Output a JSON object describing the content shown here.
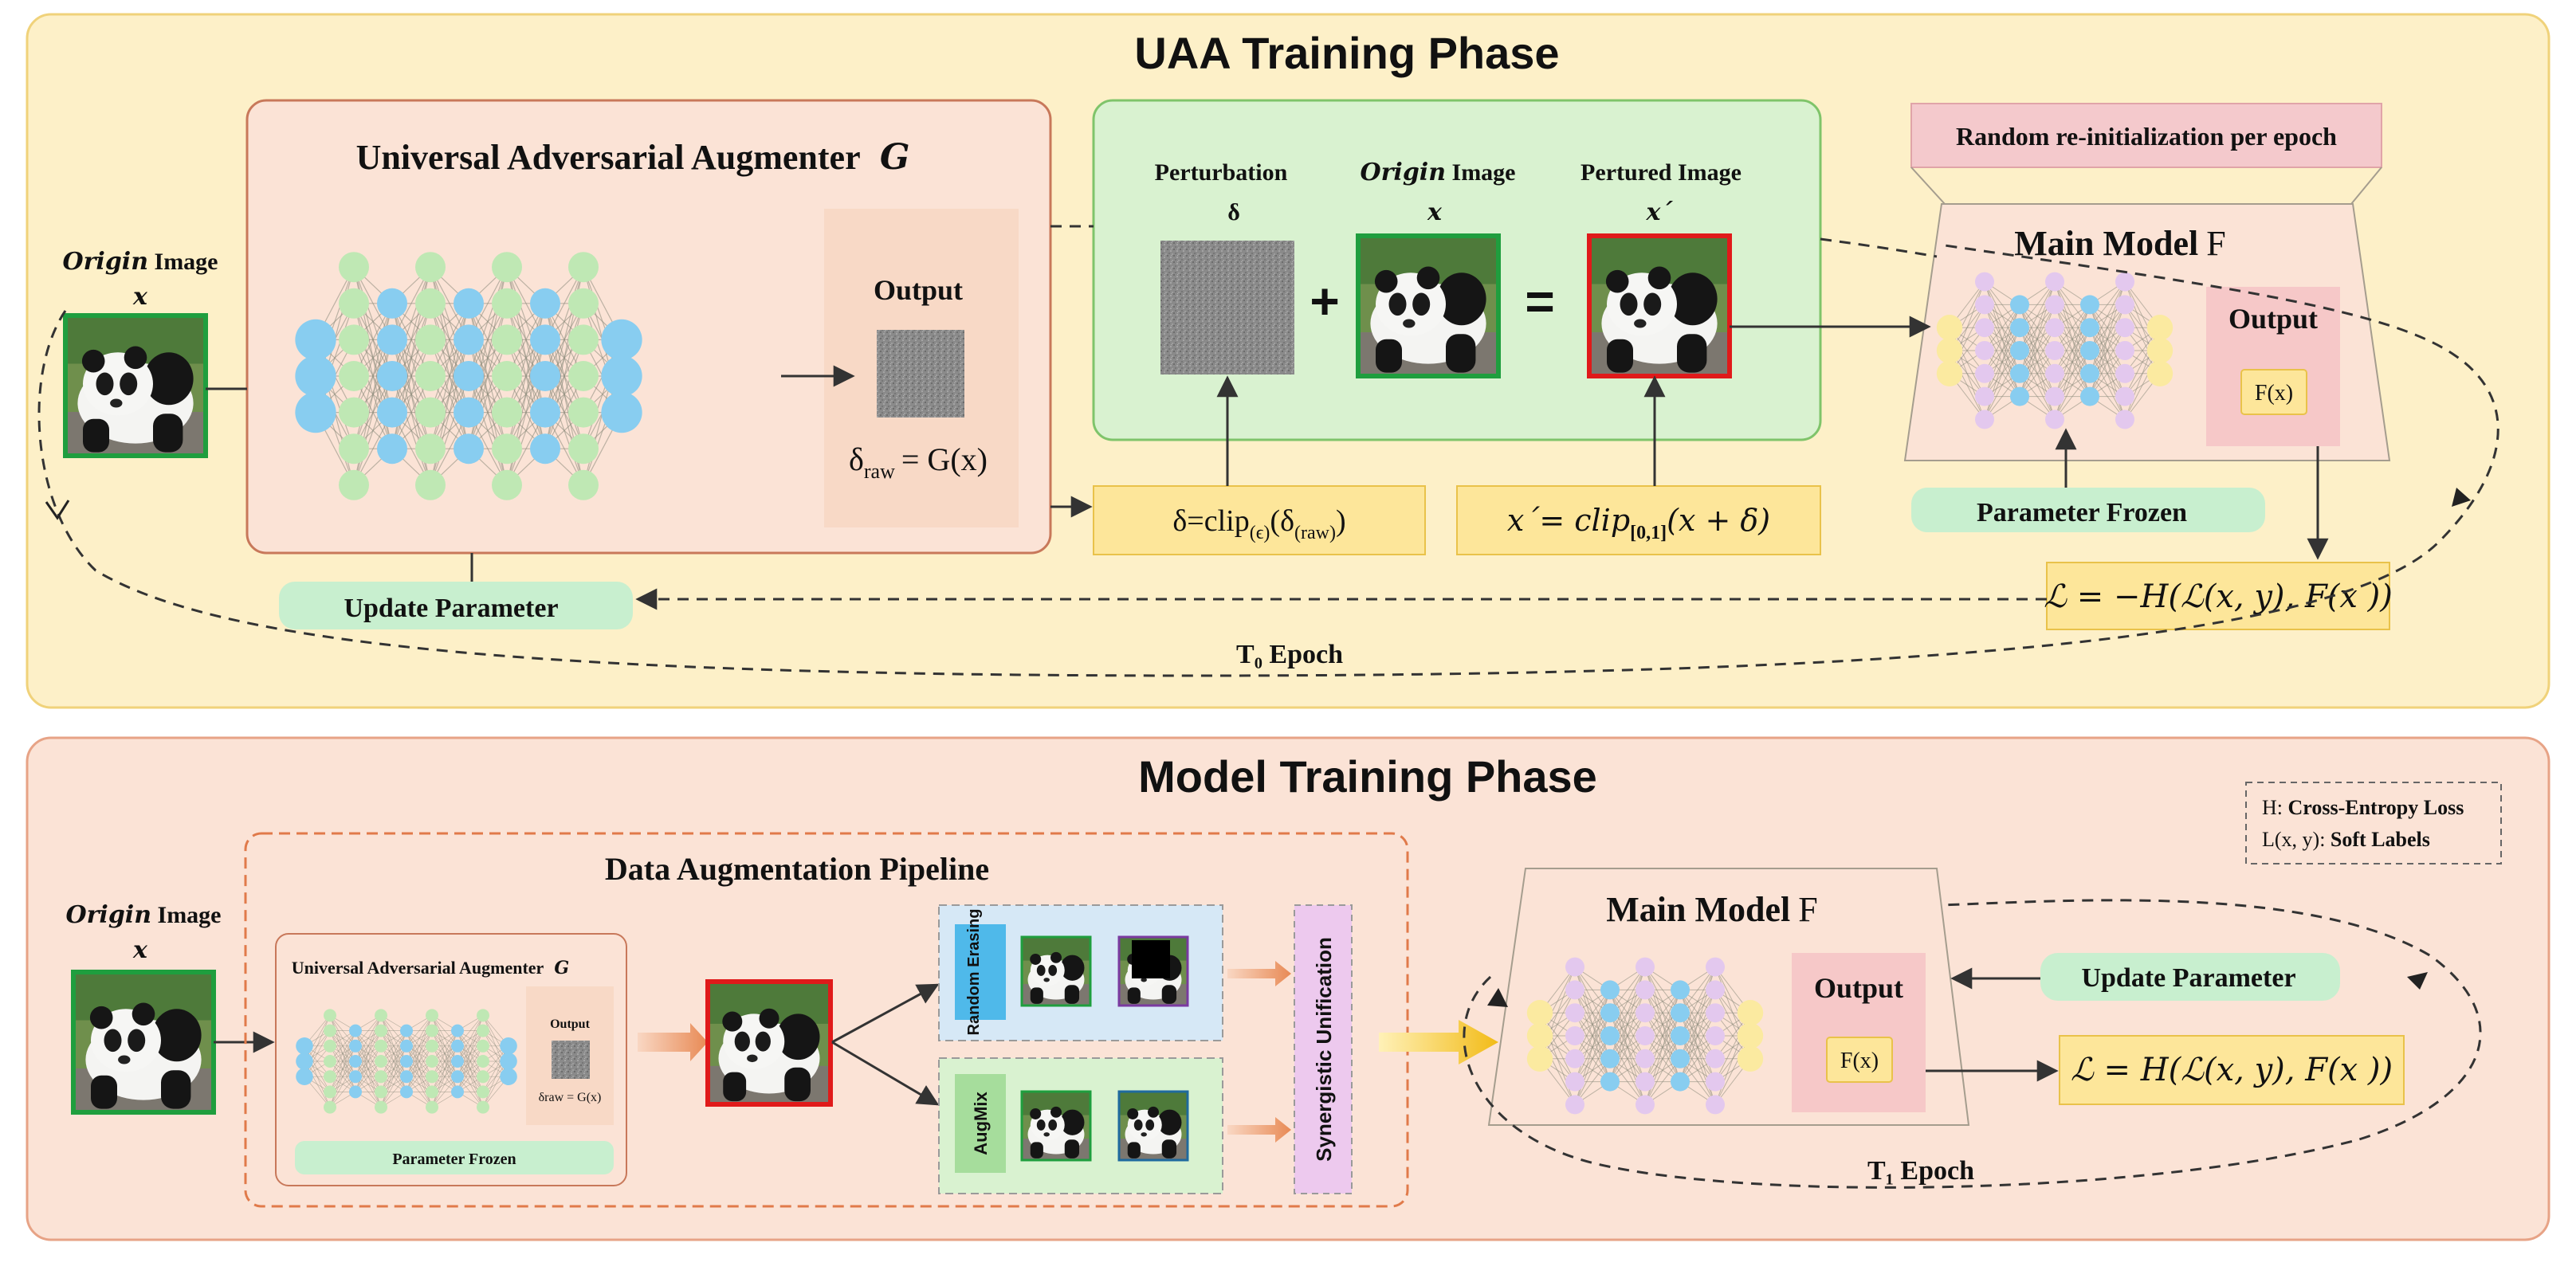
{
  "phase1": {
    "title": "UAA  Training  Phase",
    "origin_label": "Origin",
    "origin_word": "Image",
    "origin_var": "x",
    "uaa_title": "Universal Adversarial Augmenter",
    "uaa_symbol": "G",
    "output_label": "Output",
    "delta_raw_formula": "δ",
    "delta_raw_sub": "raw",
    "delta_raw_rhs": "= G(x)",
    "perturbation_label": "Perturbation",
    "perturbation_symbol": "δ",
    "mid_origin_label": "Origin",
    "mid_origin_word": "Image",
    "mid_origin_var": "x",
    "pertured_label": "Pertured Image",
    "pertured_var": "x´",
    "plus_sign": "+",
    "equals_sign": "=",
    "clip_delta_formula": "δ=clip",
    "clip_delta_sub": "(ϵ)",
    "clip_delta_arg": "(δ",
    "clip_delta_arg_sub": "(raw)",
    "clip_delta_close": ")",
    "clip_x_lhs": "x´= clip",
    "clip_x_sub": "[0,1]",
    "clip_x_arg": "(x + δ)",
    "random_reinit": "Random re-initialization per epoch",
    "main_model_label": "Main Model",
    "main_model_symbol": "F",
    "model_output_label": "Output",
    "fx_label": "F(x)",
    "param_frozen": "Parameter Frozen",
    "loss_formula": "ℒ = −H(ℒ(x, y), F(x ))",
    "update_param": "Update Parameter",
    "epoch_label": "T₀ Epoch"
  },
  "phase2": {
    "title": "Model Training Phase",
    "legend_h_key": "H:",
    "legend_h_value": "Cross-Entropy Loss",
    "legend_l_key": "L(x, y):",
    "legend_l_value": "Soft Labels",
    "origin_label": "Origin",
    "origin_word": "Image",
    "origin_var": "x",
    "pipeline_title": "Data Augmentation Pipeline",
    "uaa_title": "Universal Adversarial Augmenter",
    "uaa_symbol": "G",
    "uaa_output_label": "Output",
    "uaa_delta_formula": "δraw = G(x)",
    "uaa_param_frozen": "Parameter Frozen",
    "random_erasing": "Random Erasing",
    "augmix": "AugMix",
    "synergistic": "Synergistic Unification",
    "main_model_label": "Main Model",
    "main_model_symbol": "F",
    "model_output_label": "Output",
    "fx_label": "F(x)",
    "update_param": "Update Parameter",
    "loss_formula": "ℒ = H(ℒ(x, y), F(x ))",
    "epoch_label": "T₁ Epoch"
  },
  "colors": {
    "phase1_bg": "#fdf0c8",
    "phase1_border": "#f0d27a",
    "phase2_bg": "#fbe3d6",
    "phase2_border": "#e7a386",
    "uaa_box_bg": "#fbe3d6",
    "uaa_box_border": "#c8785a",
    "green_panel": "#d9f2d0",
    "green_panel_border": "#7fc46a",
    "formula_yellow": "#fde69a",
    "formula_yellow_border": "#e9c24a",
    "pill_green": "#c8efcf",
    "pink_banner": "#f4c9cc",
    "model_trap": "#fbe3d6",
    "node_blue": "#88cdf0",
    "node_green": "#bfe8b4",
    "node_purple": "#e3c8ee",
    "node_yellow": "#fbeaa0",
    "image_green_border": "#1f9e3e",
    "image_red_border": "#e01a1a",
    "random_erasing_bg": "#4fb9ea",
    "augmix_bg": "#a6dd9c",
    "synergistic_bg": "#edc9ee"
  }
}
